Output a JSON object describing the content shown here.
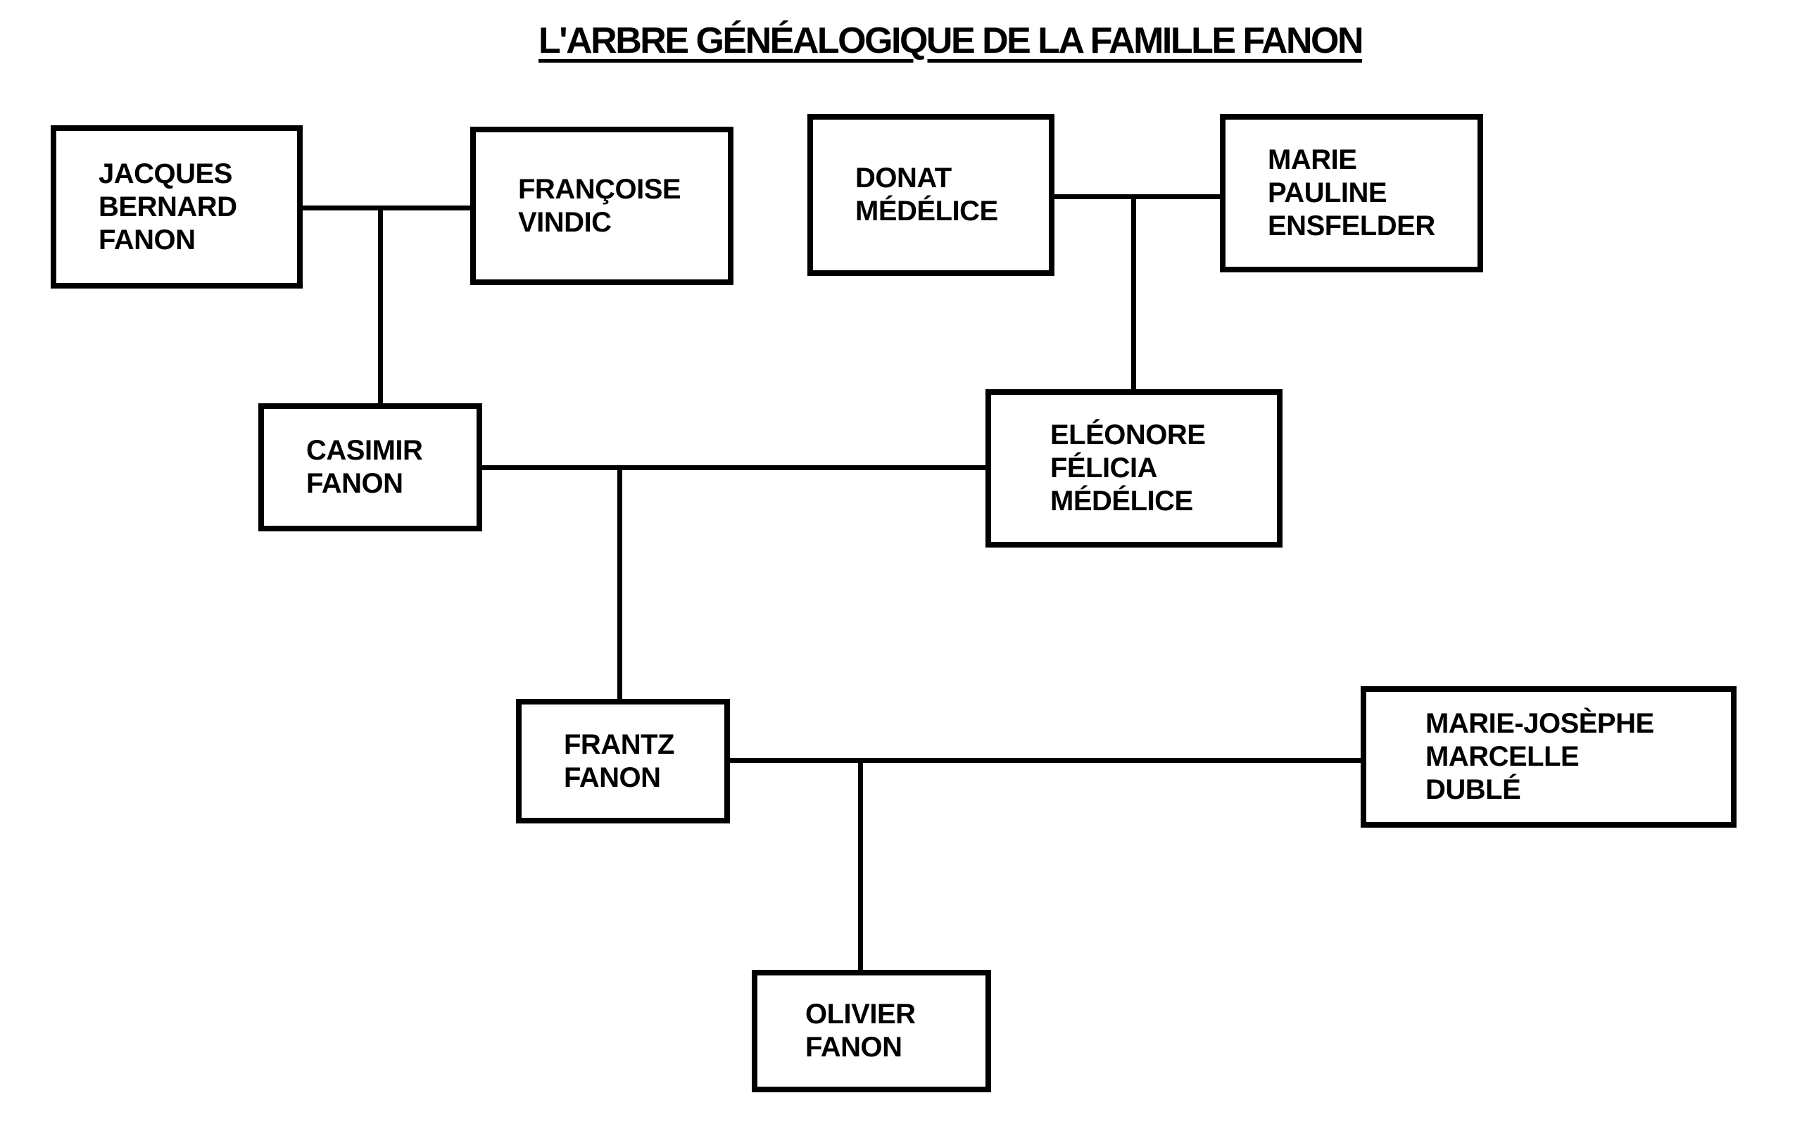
{
  "title": "L'ARBRE GÉNÉALOGIQUE DE LA FAMILLE FANON",
  "colors": {
    "ink": "#000000",
    "background": "#ffffff"
  },
  "nodes": {
    "jacques": {
      "name": "JACQUES\nBERNARD\nFANON"
    },
    "francoise": {
      "name": "FRANÇOISE\nVINDIC"
    },
    "donat": {
      "name": "DONAT\nMÉDÉLICE"
    },
    "marie_pauline": {
      "name": "MARIE\nPAULINE\nENSFELDER"
    },
    "casimir": {
      "name": "CASIMIR\nFANON"
    },
    "eleonore": {
      "name": "ELÉONORE\nFÉLICIA\nMÉDÉLICE"
    },
    "frantz": {
      "name": "FRANTZ\nFANON"
    },
    "marie_josephe": {
      "name": "MARIE-JOSÈPHE\nMARCELLE\nDUBLÉ"
    },
    "olivier": {
      "name": "OLIVIER\nFANON"
    }
  },
  "relations": [
    {
      "parents": [
        "JACQUES BERNARD FANON",
        "FRANÇOISE VINDIC"
      ],
      "child": "CASIMIR FANON"
    },
    {
      "parents": [
        "DONAT MÉDÉLICE",
        "MARIE PAULINE ENSFELDER"
      ],
      "child": "ELÉONORE FÉLICIA MÉDÉLICE"
    },
    {
      "parents": [
        "CASIMIR FANON",
        "ELÉONORE FÉLICIA MÉDÉLICE"
      ],
      "child": "FRANTZ FANON"
    },
    {
      "parents": [
        "FRANTZ FANON",
        "MARIE-JOSÈPHE MARCELLE DUBLÉ"
      ],
      "child": "OLIVIER FANON"
    }
  ]
}
